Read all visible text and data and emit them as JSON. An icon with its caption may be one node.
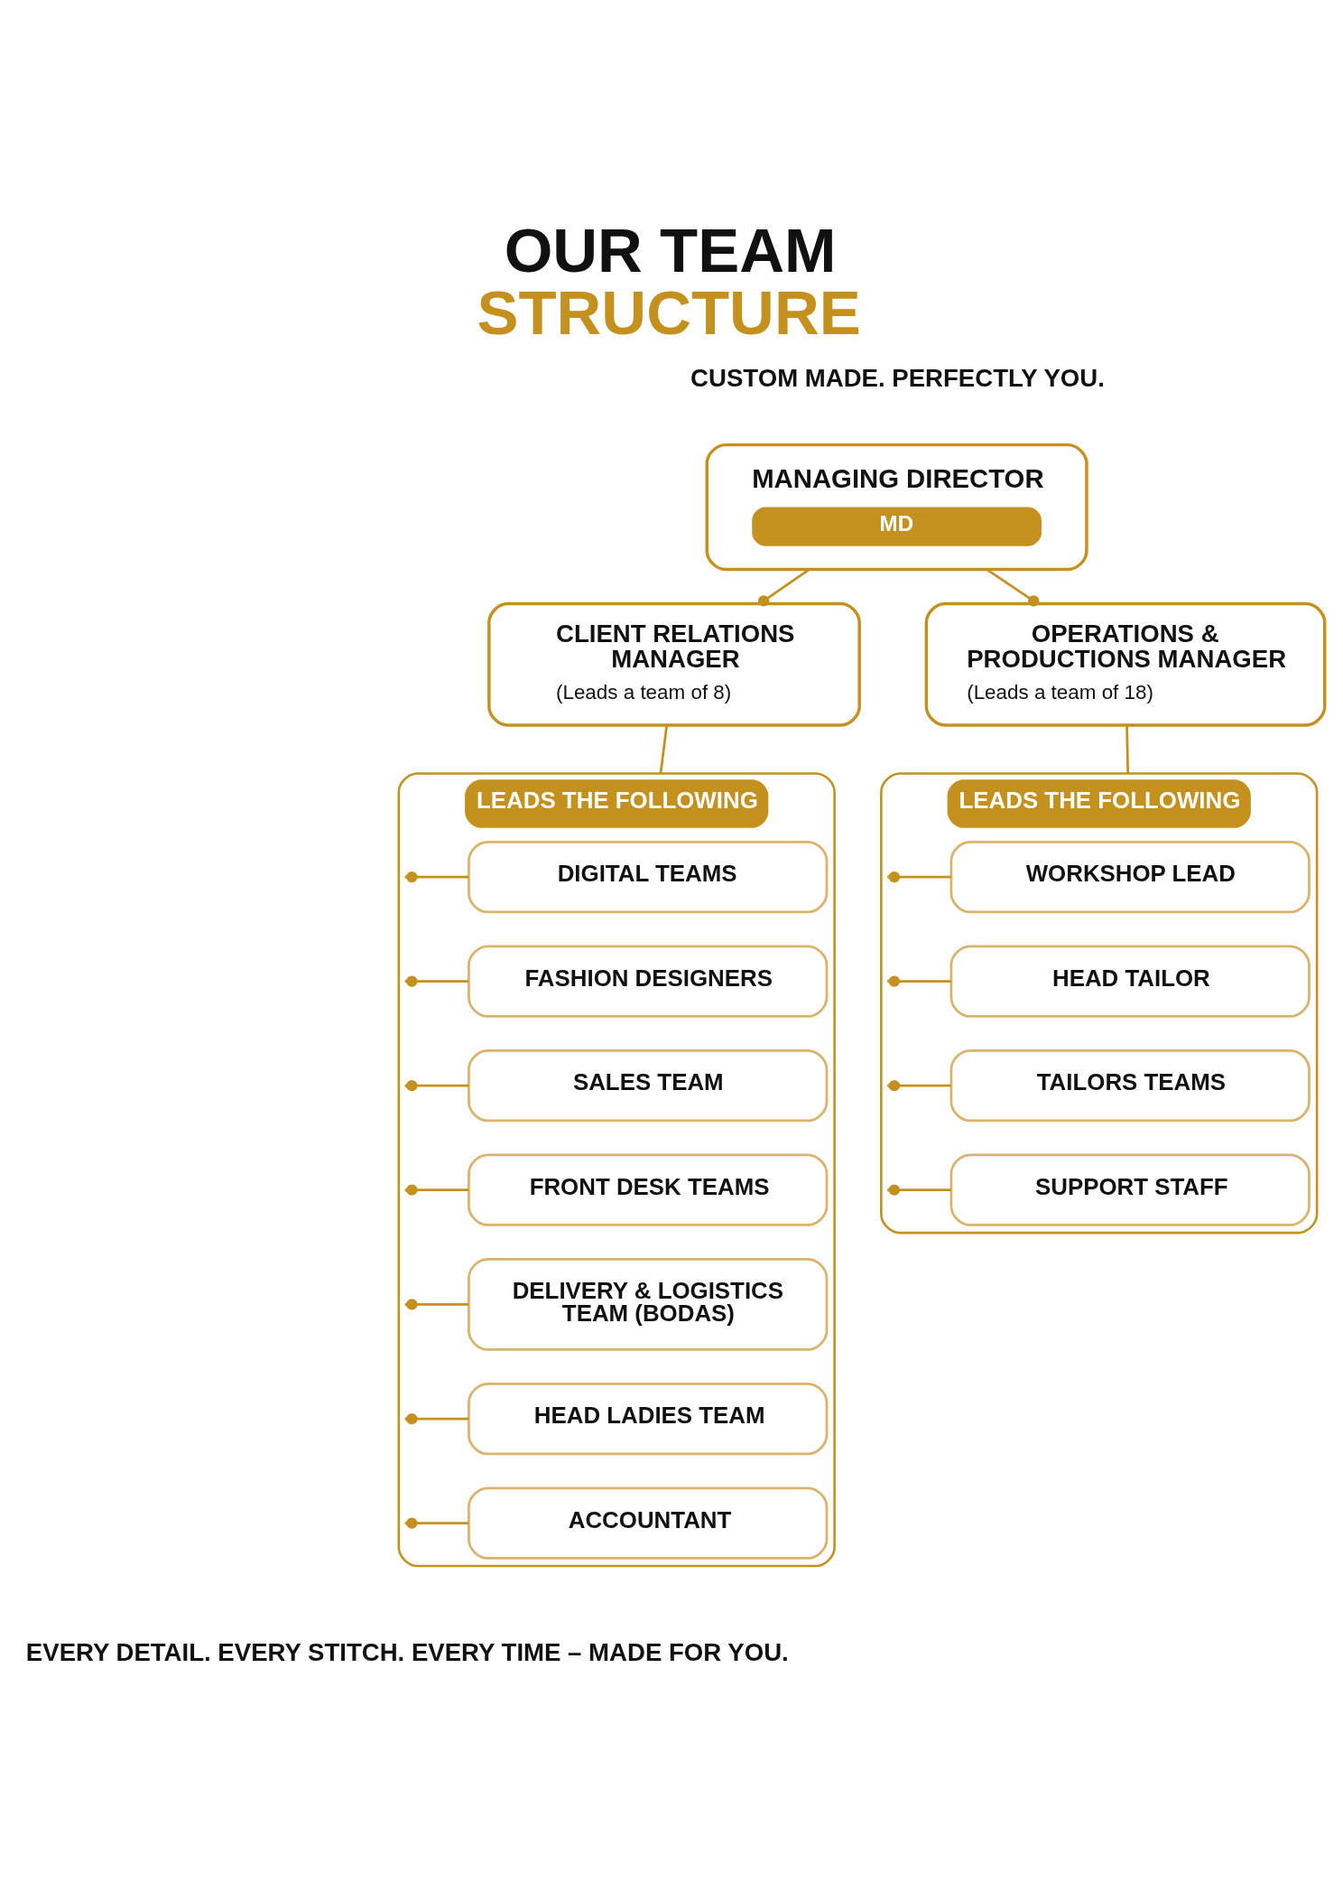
{
  "diagram": {
    "title": "OUR TEAM STRUCTURE",
    "nodes": [
      {
        "text": [
          "MANAGING DIRECTOR",
          "MD"
        ]
      },
      {
        "text": [
          "CLIENT RELATIONS MANAGER",
          "(Leads a team of 8)"
        ]
      },
      {
        "text": [
          "OPERATIONS & PRODUCTIONS MANAGER",
          "(Leads a team of 18)"
        ]
      },
      {
        "text": [
          "LEADS THE FOLLOWING"
        ]
      },
      {
        "text": [
          "DIGITAL TEAMS"
        ],
        "in": 3
      },
      {
        "text": [
          "FASHION DESIGNERS"
        ],
        "in": 3
      },
      {
        "text": [
          "SALES TEAM"
        ],
        "in": 3
      },
      {
        "text": [
          "FRONT DESK TEAMS"
        ],
        "in": 3
      },
      {
        "text": [
          "DELIVERY & LOGISTICS TEAM (BODAS)"
        ],
        "in": 3
      },
      {
        "text": [
          "HEAD LADIES TEAM"
        ],
        "in": 3
      },
      {
        "text": [
          "ACCOUNTANT"
        ],
        "in": 3
      },
      {
        "text": [
          "LEADS THE FOLLOWING"
        ]
      },
      {
        "text": [
          "WORKSHOP LEAD"
        ],
        "in": 11
      },
      {
        "text": [
          "HEAD TAILOR"
        ],
        "in": 11
      },
      {
        "text": [
          "TAILORS TEAMS"
        ],
        "in": 11
      },
      {
        "text": [
          "SUPPORT STAFF"
        ],
        "in": 11
      }
    ],
    "edges": [
      {
        "from": 0,
        "to": 1,
        "arrow": "other"
      },
      {
        "from": 0,
        "to": 2,
        "arrow": "other"
      },
      {
        "from": 1,
        "to": 3,
        "arrow": "none"
      },
      {
        "from": 2,
        "to": 11,
        "arrow": "none"
      },
      {
        "from": 3,
        "to": 4,
        "arrow": "other"
      },
      {
        "from": 3,
        "to": 5,
        "arrow": "other"
      },
      {
        "from": 3,
        "to": 6,
        "arrow": "other"
      },
      {
        "from": 3,
        "to": 7,
        "arrow": "other"
      },
      {
        "from": 3,
        "to": 8,
        "arrow": "other"
      },
      {
        "from": 3,
        "to": 9,
        "arrow": "other"
      },
      {
        "from": 3,
        "to": 10,
        "arrow": "other"
      },
      {
        "from": 11,
        "to": 12,
        "arrow": "other"
      },
      {
        "from": 11,
        "to": 13,
        "arrow": "other"
      },
      {
        "from": 11,
        "to": 14,
        "arrow": "other"
      },
      {
        "from": 11,
        "to": 15,
        "arrow": "other"
      }
    ],
    "labels": [
      "CUSTOM MADE. PERFECTLY YOU.",
      "EVERY DETAIL. EVERY STITCH. EVERY TIME – MADE FOR YOU."
    ]
  }
}
